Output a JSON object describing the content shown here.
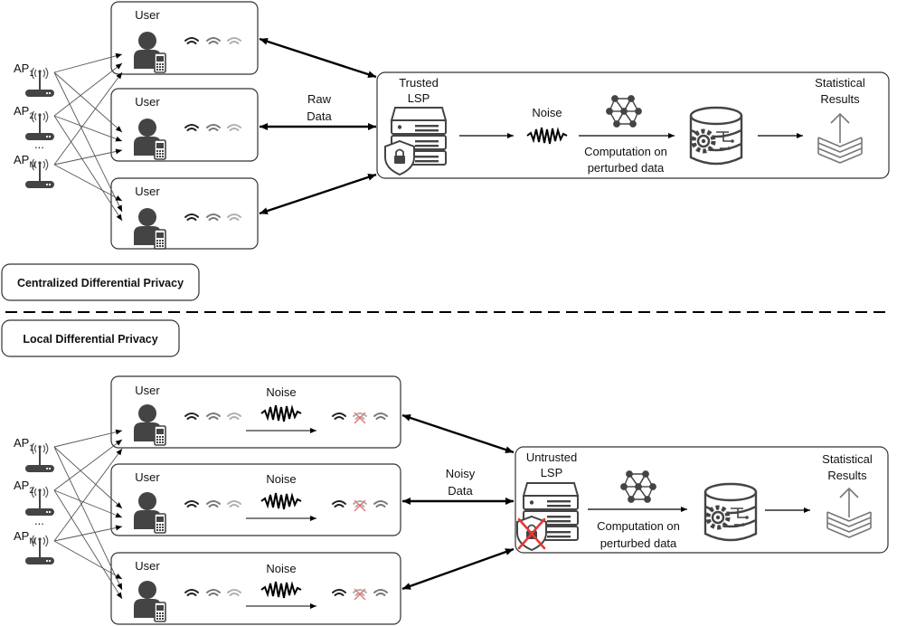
{
  "colors": {
    "accent_red": "#e53935",
    "icon_dark": "#444444",
    "wifi_light": "#a0a0a0",
    "line": "#000000"
  },
  "centralized": {
    "title": "Centralized Differential Privacy",
    "users": [
      "User",
      "User",
      "User"
    ],
    "aps": {
      "ap1": "AP",
      "ap1_sub": "1",
      "ap2": "AP",
      "ap2_sub": "2",
      "dots": "...",
      "apn": "AP",
      "apn_sub": "N"
    },
    "link_label_1": "Raw",
    "link_label_2": "Data",
    "server_1": "Trusted",
    "server_2": "LSP",
    "noise": "Noise",
    "computation_1": "Computation on",
    "computation_2": "perturbed data",
    "results_1": "Statistical",
    "results_2": "Results"
  },
  "local": {
    "title": "Local Differential Privacy",
    "users": [
      "User",
      "User",
      "User"
    ],
    "noise": "Noise",
    "aps": {
      "ap1": "AP",
      "ap1_sub": "1",
      "ap2": "AP",
      "ap2_sub": "2",
      "dots": "...",
      "apn": "AP",
      "apn_sub": "N"
    },
    "link_label_1": "Noisy",
    "link_label_2": "Data",
    "server_1": "Untrusted",
    "server_2": "LSP",
    "computation_1": "Computation on",
    "computation_2": "perturbed data",
    "results_1": "Statistical",
    "results_2": "Results"
  }
}
